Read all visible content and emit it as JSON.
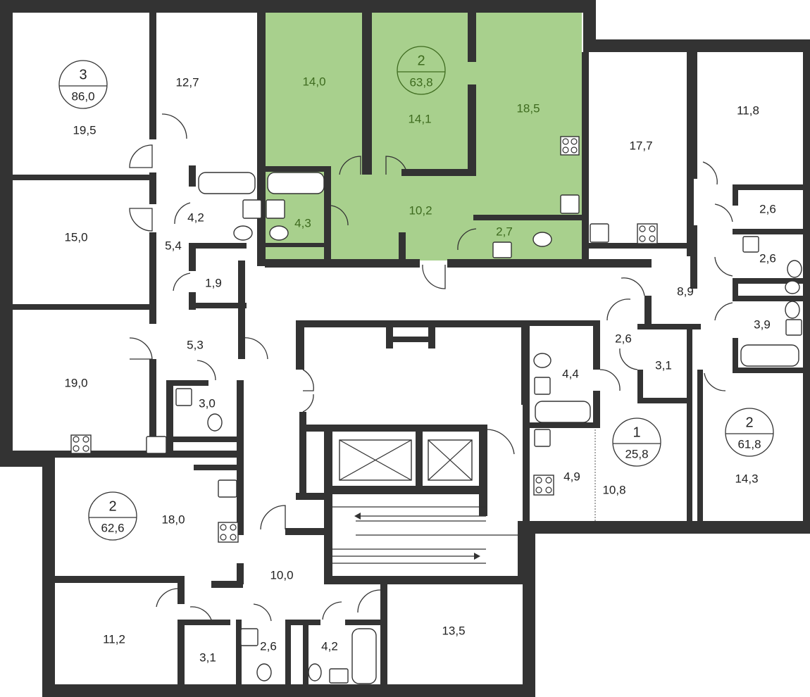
{
  "colors": {
    "wall": "#333333",
    "highlight": "#a8d08d",
    "highlight_text": "#3e6b1f",
    "background": "#ffffff"
  },
  "apartments": [
    {
      "id": "apt-3-86",
      "rooms": "3",
      "area": "86,0",
      "highlighted": false
    },
    {
      "id": "apt-2-63",
      "rooms": "2",
      "area": "63,8",
      "highlighted": true
    },
    {
      "id": "apt-1-25",
      "rooms": "1",
      "area": "25,8",
      "highlighted": false
    },
    {
      "id": "apt-2-61",
      "rooms": "2",
      "area": "61,8",
      "highlighted": false
    },
    {
      "id": "apt-2-62",
      "rooms": "2",
      "area": "62,6",
      "highlighted": false
    }
  ],
  "rooms": [
    {
      "area": "19,5",
      "highlighted": false
    },
    {
      "area": "12,7",
      "highlighted": false
    },
    {
      "area": "15,0",
      "highlighted": false
    },
    {
      "area": "4,2",
      "highlighted": false
    },
    {
      "area": "5,4",
      "highlighted": false
    },
    {
      "area": "1,9",
      "highlighted": false
    },
    {
      "area": "5,3",
      "highlighted": false
    },
    {
      "area": "19,0",
      "highlighted": false
    },
    {
      "area": "3,0",
      "highlighted": false
    },
    {
      "area": "14,0",
      "highlighted": true
    },
    {
      "area": "14,1",
      "highlighted": true
    },
    {
      "area": "18,5",
      "highlighted": true
    },
    {
      "area": "10,2",
      "highlighted": true
    },
    {
      "area": "4,3",
      "highlighted": true
    },
    {
      "area": "2,7",
      "highlighted": true
    },
    {
      "area": "17,7",
      "highlighted": false
    },
    {
      "area": "11,8",
      "highlighted": false
    },
    {
      "area": "2,6",
      "highlighted": false
    },
    {
      "area": "2,6",
      "highlighted": false
    },
    {
      "area": "8,9",
      "highlighted": false
    },
    {
      "area": "3,9",
      "highlighted": false
    },
    {
      "area": "2,6",
      "highlighted": false
    },
    {
      "area": "3,1",
      "highlighted": false
    },
    {
      "area": "4,4",
      "highlighted": false
    },
    {
      "area": "4,9",
      "highlighted": false
    },
    {
      "area": "10,8",
      "highlighted": false
    },
    {
      "area": "14,3",
      "highlighted": false
    },
    {
      "area": "18,0",
      "highlighted": false
    },
    {
      "area": "10,0",
      "highlighted": false
    },
    {
      "area": "11,2",
      "highlighted": false
    },
    {
      "area": "3,1",
      "highlighted": false
    },
    {
      "area": "2,6",
      "highlighted": false
    },
    {
      "area": "4,2",
      "highlighted": false
    },
    {
      "area": "13,5",
      "highlighted": false
    }
  ]
}
